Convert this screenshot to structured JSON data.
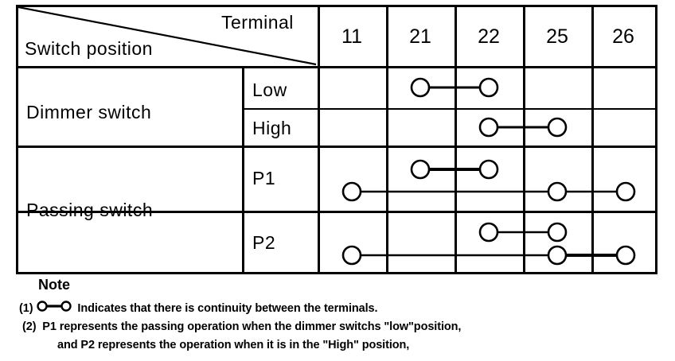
{
  "table": {
    "header": {
      "terminal_label": "Terminal",
      "switch_position_label": "Switch position"
    },
    "columns": [
      "11",
      "21",
      "22",
      "25",
      "26"
    ],
    "groups": [
      {
        "label": "Dimmer switch",
        "rows": [
          {
            "label": "Low"
          },
          {
            "label": "High"
          }
        ]
      },
      {
        "label": "Passing switch",
        "rows": [
          {
            "label": "P1"
          },
          {
            "label": "P2"
          }
        ]
      }
    ]
  },
  "chart_data": {
    "type": "table",
    "title": "Switch position / Terminal continuity table",
    "columns": [
      "11",
      "21",
      "22",
      "25",
      "26"
    ],
    "rows": [
      {
        "group": "Dimmer switch",
        "position": "Low",
        "continuity_paths": [
          [
            "21",
            "22"
          ]
        ]
      },
      {
        "group": "Dimmer switch",
        "position": "High",
        "continuity_paths": [
          [
            "22",
            "25"
          ]
        ]
      },
      {
        "group": "Passing switch",
        "position": "P1",
        "continuity_paths": [
          [
            "21",
            "22"
          ],
          [
            "11",
            "25",
            "26"
          ]
        ]
      },
      {
        "group": "Passing switch",
        "position": "P2",
        "continuity_paths": [
          [
            "22",
            "25"
          ],
          [
            "11",
            "25",
            "26"
          ]
        ]
      }
    ],
    "legend": "Circle-line-circle indicates continuity between the terminals",
    "grid": true
  },
  "note": {
    "title": "Note",
    "item1_number": "(1)",
    "item1_text": "Indicates that there is continuity between the  terminals.",
    "item2_number": "(2)",
    "item2_text": "P1 represents the passing operation when the dimmer switchs \"low\"position,",
    "item3_text": "and P2 represents the operation   when it is in the \"High\"   position,"
  },
  "colors": {
    "ink": "#000000",
    "paper": "#ffffff"
  }
}
